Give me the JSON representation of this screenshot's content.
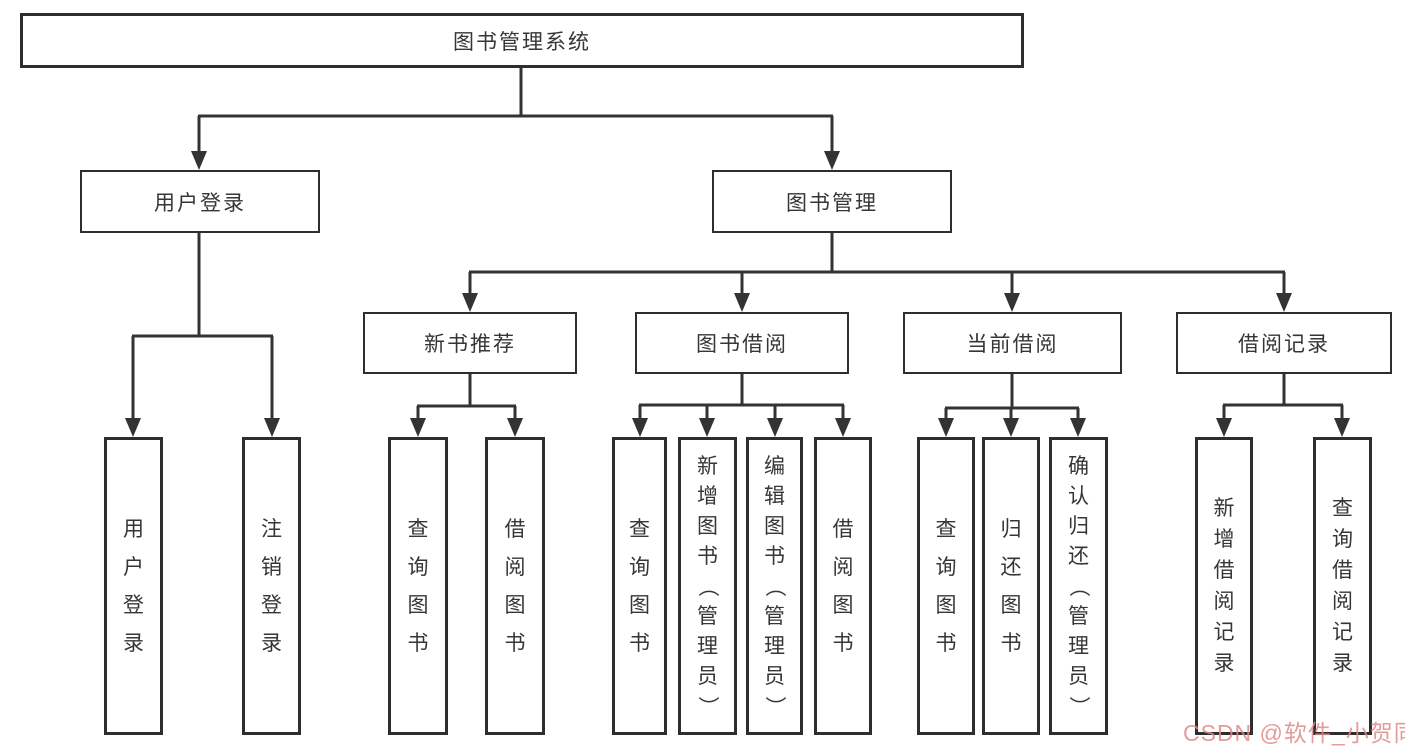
{
  "diagram": {
    "title": "图书管理系统",
    "nodes": {
      "root": "图书管理系统",
      "user_login": "用户登录",
      "book_mgmt": "图书管理",
      "new_book_rec": "新书推荐",
      "book_borrow": "图书借阅",
      "current_borrow": "当前借阅",
      "borrow_record": "借阅记录",
      "l_user_login": "用户登录",
      "l_logout": "注销登录",
      "l_query_book_1": "查询图书",
      "l_borrow_book_1": "借阅图书",
      "l_query_book_2": "查询图书",
      "l_add_book": "新增图书（管理员）",
      "l_edit_book": "编辑图书（管理员）",
      "l_borrow_book_2": "借阅图书",
      "l_query_book_3": "查询图书",
      "l_return_book": "归还图书",
      "l_confirm_return": "确认归还（管理员）",
      "l_add_record": "新增借阅记录",
      "l_query_record": "查询借阅记录"
    },
    "line_color": "#333333"
  },
  "watermark": {
    "text": "CSDN @软件_小贺同学"
  }
}
